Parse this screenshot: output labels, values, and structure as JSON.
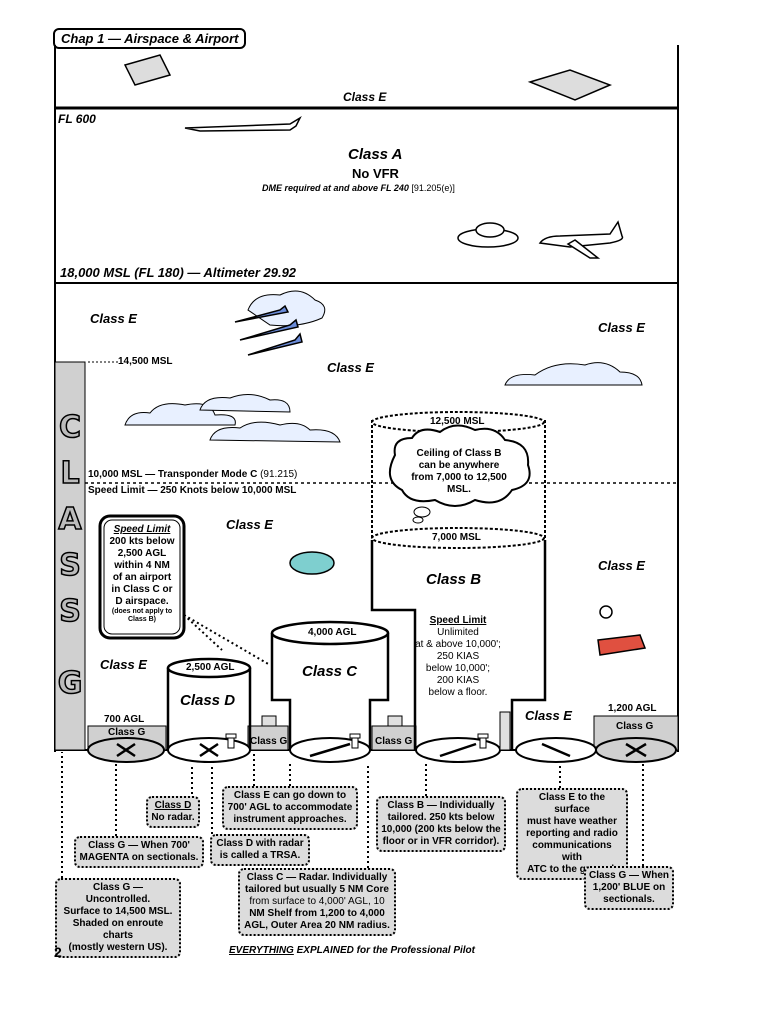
{
  "header": {
    "chapter": "Chap 1 — Airspace & Airport"
  },
  "footer": {
    "page_number": "2",
    "tagline_1": "EVERYTHING",
    "tagline_2": " EXPLAINED for the Professional Pilot"
  },
  "top_band": {
    "class_label": "Class E"
  },
  "class_a": {
    "fl_label": "FL 600",
    "title": "Class A",
    "subtitle": "No VFR",
    "dme_text": "DME required at and above FL 240",
    "dme_ref": "[91.205(e)]",
    "bottom_label": "18,000 MSL (FL 180) — Altimeter 29.92"
  },
  "labels": {
    "class_e_1": "Class E",
    "class_e_2": "Class E",
    "class_e_3": "Class E",
    "class_e_4": "Class E",
    "class_e_5": "Class E",
    "class_e_6": "Class E",
    "class_e_7": "Class E",
    "msl_14500": "14,500 MSL",
    "transponder": "10,000 MSL — Transponder Mode C",
    "transponder_ref": "(91.215)",
    "speed_limit_line": "Speed Limit — 250 Knots below 10,000 MSL"
  },
  "class_g_vertical": [
    "C",
    "L",
    "A",
    "S",
    "S",
    "G"
  ],
  "speed_box": {
    "title": "Speed Limit",
    "lines": [
      "200 kts below",
      "2,500 AGL",
      "within 4 NM",
      "of an airport",
      "in Class C or",
      "D airspace."
    ],
    "small": [
      "(does not apply to",
      "Class B)"
    ]
  },
  "class_b": {
    "top": "12,500 MSL",
    "cloud_lines": [
      "Ceiling of Class B",
      "can be anywhere",
      "from 7,000 to 12,500",
      "MSL."
    ],
    "floor": "7,000 MSL",
    "title": "Class B",
    "speed_title": "Speed Limit",
    "speed_lines": [
      "Unlimited",
      "at & above 10,000';",
      "250 KIAS",
      "below 10,000';",
      "200 KIAS",
      "below a floor."
    ]
  },
  "class_c": {
    "top": "4,000 AGL",
    "title": "Class C"
  },
  "class_d": {
    "top": "2,500 AGL",
    "title": "Class D"
  },
  "class_g_small": {
    "left_agl": "700 AGL",
    "left_label": "Class G",
    "mid_label_1": "Class G",
    "mid_label_2": "Class G",
    "right_agl": "1,200 AGL",
    "right_label": "Class G"
  },
  "notes": {
    "d_no_radar": [
      "Class D",
      "No radar."
    ],
    "g_700": [
      "Class G — When 700'",
      "MAGENTA on sectionals."
    ],
    "g_uncontrolled": [
      "Class G — Uncontrolled.",
      "Surface to 14,500 MSL.",
      "Shaded on enroute charts",
      "(mostly western US)."
    ],
    "e_down": [
      "Class E can go down to",
      "700' AGL to accommodate",
      "instrument approaches."
    ],
    "d_radar": [
      "Class D with radar",
      "is called a TRSA."
    ],
    "c_radar": [
      "Class C — Radar.  Individually",
      "tailored but usually 5 NM Core",
      "from surface to 4,000' AGL, 10",
      "NM Shelf from 1,200 to 4,000",
      "AGL, Outer Area 20 NM radius."
    ],
    "b_tailored": [
      "Class B — Individually",
      "tailored.  250 kts below",
      "10,000 (200 kts below the",
      "floor or in VFR corridor)."
    ],
    "e_surface": [
      "Class E to the surface",
      "must have weather",
      "reporting and radio",
      "communications with",
      "ATC to the ground."
    ],
    "g_1200": [
      "Class G — When",
      "1,200' BLUE on",
      "sectionals."
    ]
  }
}
